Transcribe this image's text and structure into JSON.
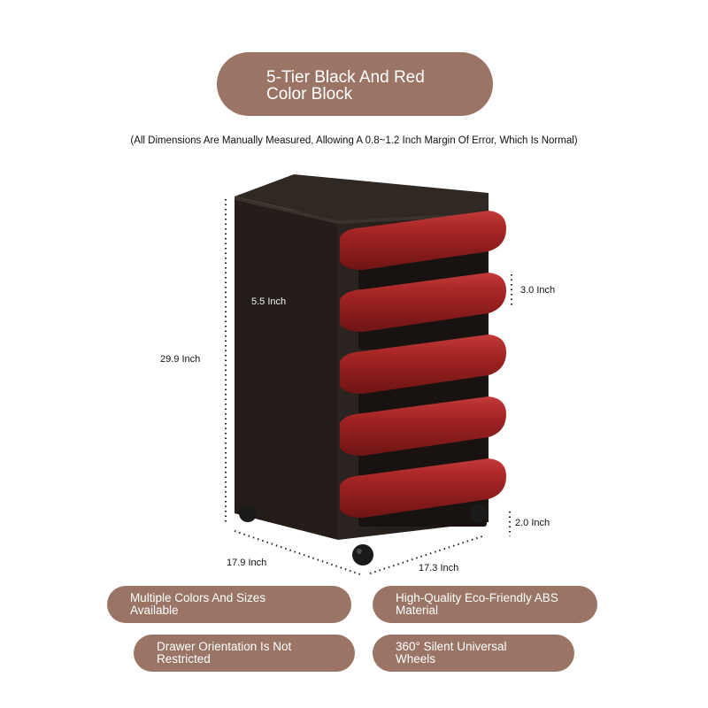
{
  "title": {
    "line1": "5-Tier Black And Red",
    "line2": "Color Block"
  },
  "note": "(All Dimensions Are Manually Measured, Allowing A 0.8~1.2 Inch Margin Of Error, Which Is Normal)",
  "dimensions": {
    "height_total": "29.9 Inch",
    "drawer_height": "5.5 Inch",
    "handle_height": "3.0 Inch",
    "wheel_height": "2.0 Inch",
    "width_left": "17.9 Inch",
    "width_right": "17.3 Inch"
  },
  "features": [
    {
      "line1": "Multiple Colors And Sizes",
      "line2": "Available"
    },
    {
      "line1": "High-Quality Eco-Friendly ABS",
      "line2": "Material"
    },
    {
      "line1": "Drawer Orientation Is Not",
      "line2": "Restricted"
    },
    {
      "line1": "360° Silent Universal",
      "line2": "Wheels"
    }
  ],
  "colors": {
    "pill": "#9a7566",
    "cabinet": "#2a221d",
    "drawer_red": "#8e1c1c"
  }
}
